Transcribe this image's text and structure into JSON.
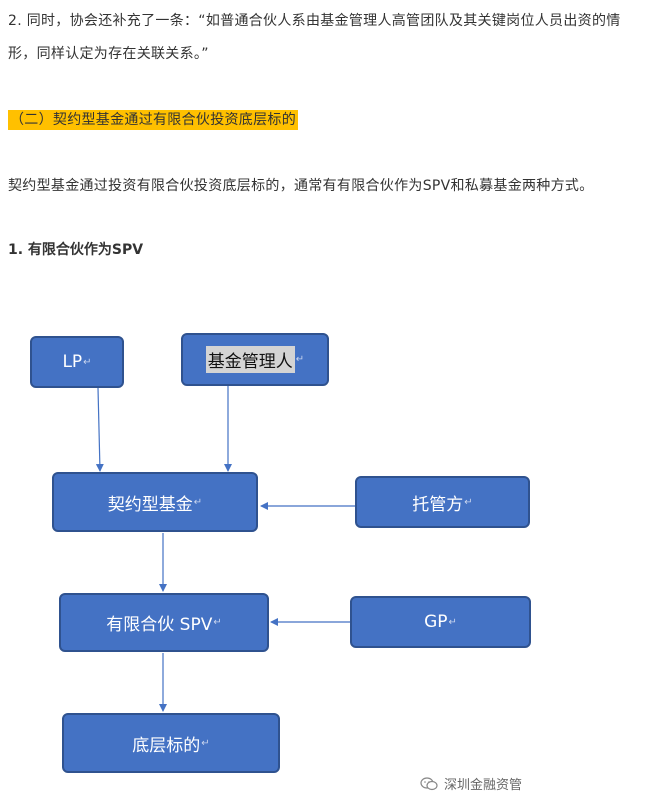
{
  "text": {
    "para1": "2. 同时，协会还补充了一条：“如普通合伙人系由基金管理人高管团队及其关键岗位人员出资的情",
    "para2": "形，同样认定为存在关联关系。”",
    "highlight": "（二）契约型基金通过有限合伙投资底层标的",
    "para3": "契约型基金通过投资有限合伙投资底层标的，通常有有限合伙作为SPV和私募基金两种方式。",
    "heading": "1. 有限合伙作为SPV"
  },
  "diagram": {
    "nodes": {
      "lp": "LP",
      "manager": "基金管理人",
      "fund": "契约型基金",
      "custodian": "托管方",
      "spv": "有限合伙 SPV",
      "gp": "GP",
      "target": "底层标的"
    },
    "edges": [
      [
        "lp",
        "fund"
      ],
      [
        "manager",
        "fund"
      ],
      [
        "custodian",
        "fund"
      ],
      [
        "fund",
        "spv"
      ],
      [
        "gp",
        "spv"
      ],
      [
        "spv",
        "target"
      ]
    ],
    "paragraph_mark": "↵"
  },
  "watermark": {
    "text": "深圳金融资管",
    "icon": "wechat-icon"
  },
  "colors": {
    "box_fill": "#4472c4",
    "box_border": "#2f528f",
    "arrow": "#4472c4",
    "highlight": "#ffc000"
  }
}
